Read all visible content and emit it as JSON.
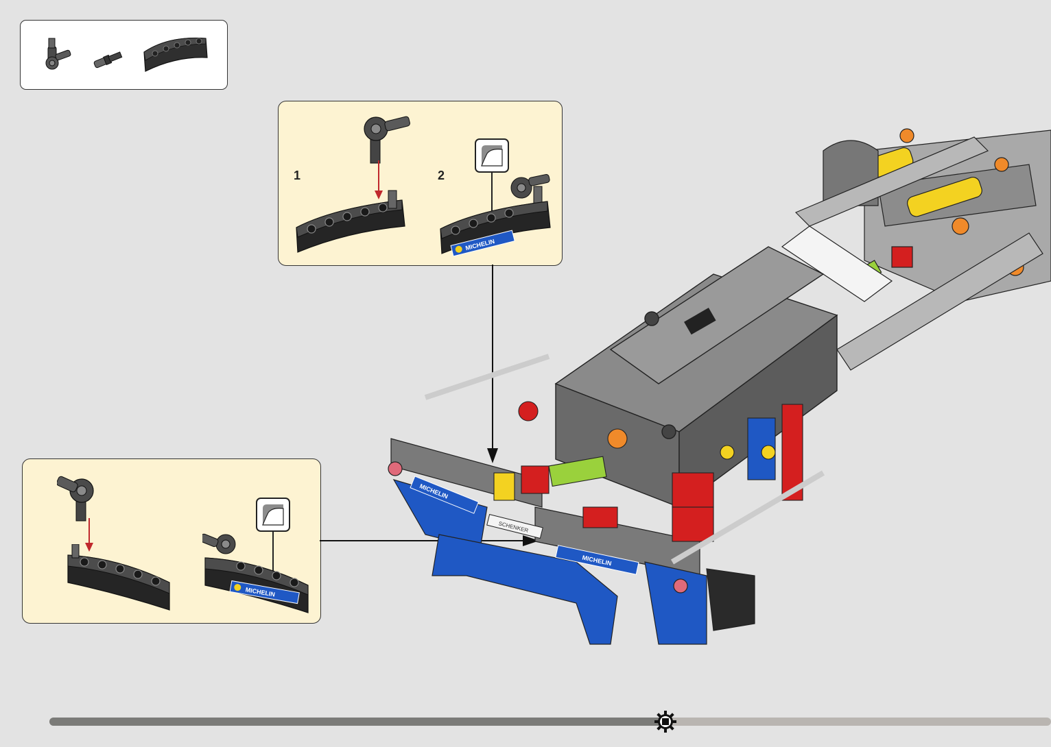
{
  "page": {
    "background": "#e3e3e3"
  },
  "parts_list": {
    "items": [
      {
        "icon": "axle-pin-connector-icon",
        "color": "#555555"
      },
      {
        "icon": "pin-with-axle-icon",
        "color": "#333333"
      },
      {
        "icon": "curved-liftarm-icon",
        "color": "#2a2a2a"
      }
    ]
  },
  "callout_top": {
    "background": "#fdf3d2",
    "substeps": [
      {
        "number": "1"
      },
      {
        "number": "2"
      }
    ],
    "sticker_text": "MICHELIN",
    "sticker_icon": "sticker-icon"
  },
  "callout_bottom": {
    "background": "#fdf3d2",
    "sticker_text": "MICHELIN",
    "sticker_icon": "sticker-icon"
  },
  "model": {
    "sticker_text_front": "MICHELIN",
    "sticker_text_side": "MICHELIN",
    "sticker_text_center": "SCHENKER",
    "colors": {
      "dark_gray": "#4a4a4a",
      "light_gray": "#a9a9a9",
      "blue": "#1f58c4",
      "red": "#d41f1f",
      "yellow": "#f3d221",
      "lime": "#9ad13c",
      "orange": "#f08a2a",
      "white": "#f4f4f4"
    }
  },
  "progress": {
    "fraction": 0.615,
    "fill_color": "#7b7b78",
    "track_color": "#b9b5b1",
    "marker_icon": "gear-icon"
  }
}
